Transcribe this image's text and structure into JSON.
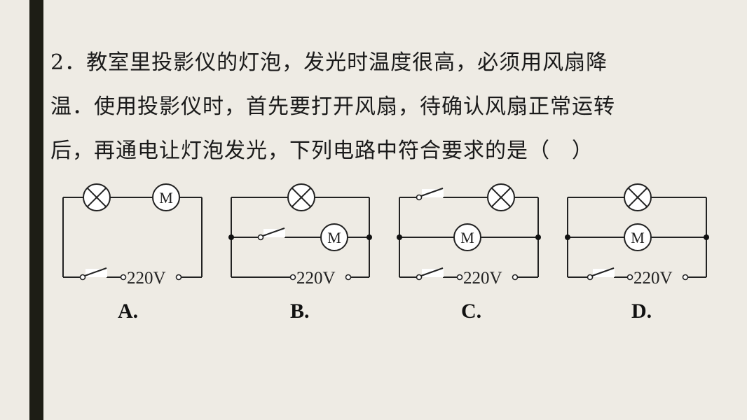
{
  "question": {
    "lines": [
      "2．教室里投影仪的灯泡，发光时温度很高，必须用风扇降",
      "温．使用投影仪时，首先要打开风扇，待确认风扇正常运转",
      "后，再通电让灯泡发光，下列电路中符合要求的是（　）"
    ]
  },
  "circuit": {
    "motor_label": "M",
    "voltage_label": "220V"
  },
  "options": [
    {
      "label": "A."
    },
    {
      "label": "B."
    },
    {
      "label": "C."
    },
    {
      "label": "D."
    }
  ]
}
